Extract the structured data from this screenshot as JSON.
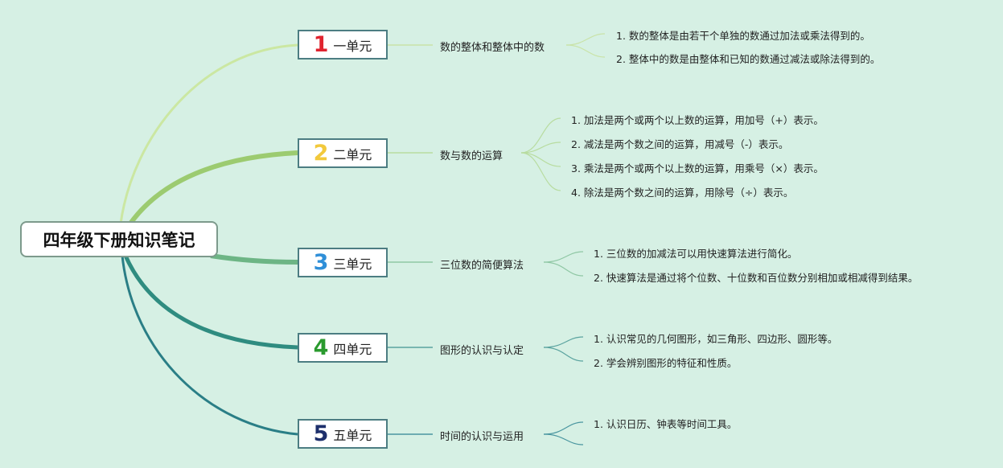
{
  "root": {
    "title": "四年级下册知识笔记"
  },
  "units": [
    {
      "number": "1",
      "number_color": "#e0242f",
      "label": "一单元",
      "topic": "数的整体和整体中的数",
      "notes": [
        "1. 数的整体是由若干个单独的数通过加法或乘法得到的。",
        "2. 整体中的数是由整体和已知的数通过减法或除法得到的。"
      ]
    },
    {
      "number": "2",
      "number_color": "#f2c93c",
      "label": "二单元",
      "topic": "数与数的运算",
      "notes": [
        "1. 加法是两个或两个以上数的运算，用加号（+）表示。",
        "2. 减法是两个数之间的运算，用减号（-）表示。",
        "3. 乘法是两个或两个以上数的运算，用乘号（×）表示。",
        "4. 除法是两个数之间的运算，用除号（÷）表示。"
      ]
    },
    {
      "number": "3",
      "number_color": "#2f8fd8",
      "label": "三单元",
      "topic": "三位数的简便算法",
      "notes": [
        "1. 三位数的加减法可以用快速算法进行简化。",
        "2. 快速算法是通过将个位数、十位数和百位数分别相加或相减得到结果。"
      ]
    },
    {
      "number": "4",
      "number_color": "#2a9a2e",
      "label": "四单元",
      "topic": "图形的认识与认定",
      "notes": [
        "1. 认识常见的几何图形，如三角形、四边形、圆形等。",
        "2. 学会辨别图形的特征和性质。"
      ]
    },
    {
      "number": "5",
      "number_color": "#1d2f6b",
      "label": "五单元",
      "topic": "时间的认识与运用",
      "notes": [
        "1. 认识日历、钟表等时间工具。",
        ""
      ]
    }
  ],
  "colors": {
    "background": "#d6f0e4",
    "branches": [
      "#c6e59a",
      "#9cc76e",
      "#5eaa82",
      "#2e8a7e",
      "#2a7d84"
    ]
  }
}
